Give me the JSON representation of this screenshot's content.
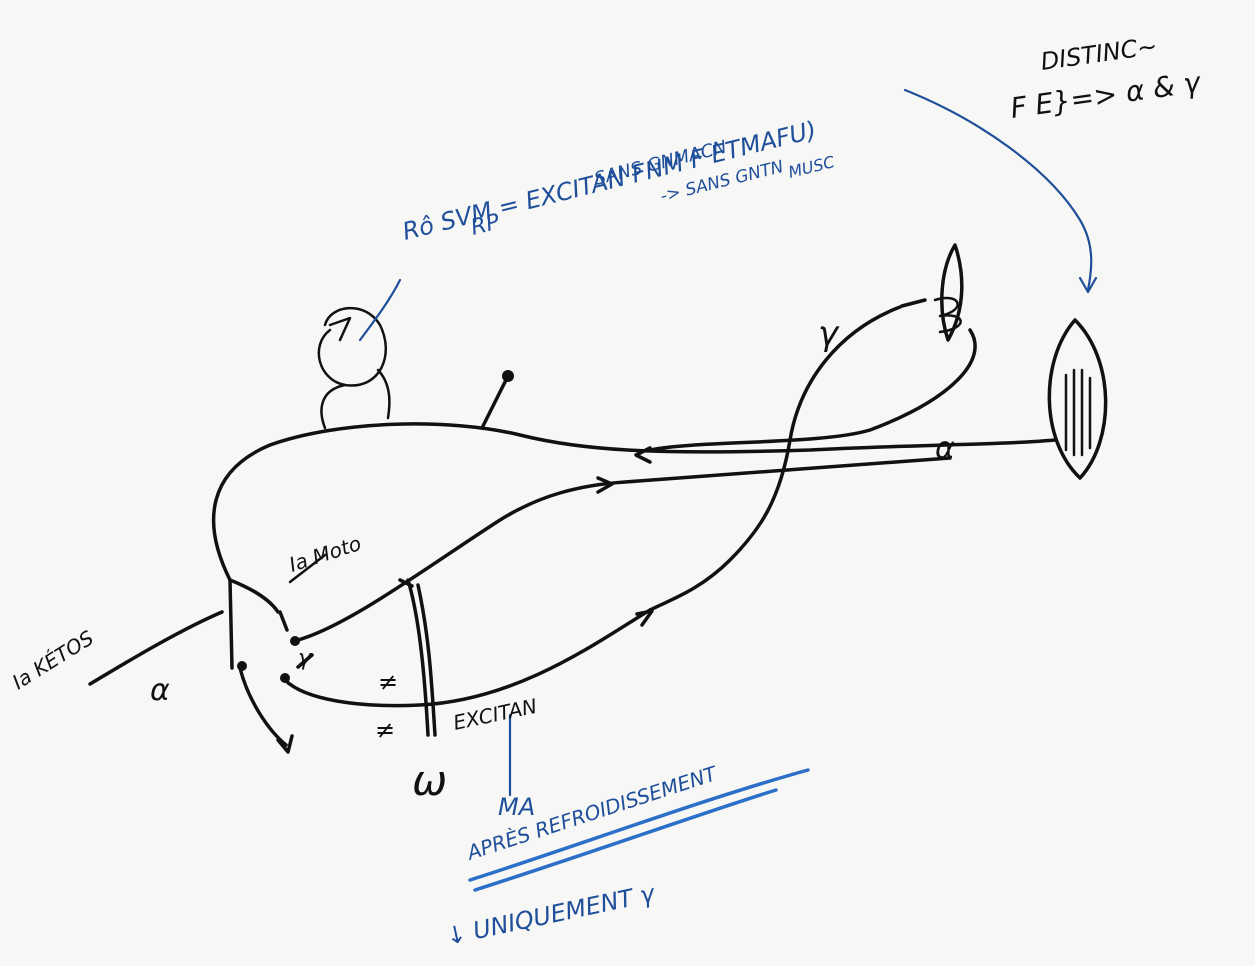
{
  "colors": {
    "black_ink": "#111111",
    "blue_ink": "#1f4f9a",
    "underline_blue": "#2b6fc9",
    "paper": "#f7f7f5"
  },
  "labels": {
    "top_line1": "Rô SVM  = EXCITAN FNM  F ETMAFU)",
    "top_line2": "RP",
    "top_line3": "SANS GNMACN",
    "top_line4": "-> SANS GNTN",
    "top_line5": "MUSC",
    "distinct_title": "DISTINC~",
    "distinct_formula": "F E}=> α & γ",
    "ia_moto": "Ia Moto",
    "ia_motor_left": "Ia KÉTOS",
    "alpha_left": "α",
    "alpha_right": "α",
    "gamma_top": "γ",
    "gamma_small": "γ",
    "excitan": "EXCITAN",
    "omega": "ω",
    "hatch_1": "≠",
    "hatch_2": "≠",
    "ma": "MA",
    "apres_refroidissement": "APRÈS REFROIDISSEMENT",
    "uniquement": "↓ UNIQUEMENT γ"
  }
}
